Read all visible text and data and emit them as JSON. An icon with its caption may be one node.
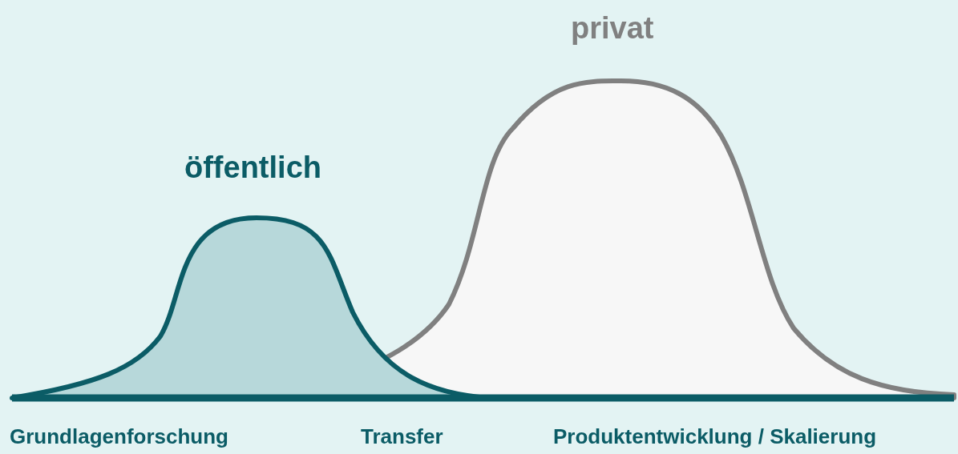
{
  "diagram": {
    "labels": [
      "öffentlich",
      "privat",
      "Grundlagenforschung",
      "Transfer",
      "Produktentwicklung / Skalierung"
    ]
  }
}
